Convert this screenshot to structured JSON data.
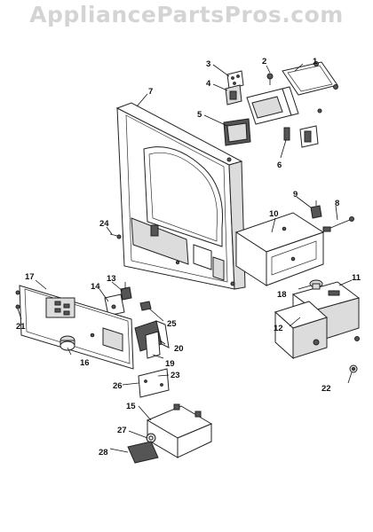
{
  "watermark": "AppliancePartsPros.com",
  "callouts": [
    "1",
    "2",
    "3",
    "4",
    "5",
    "6",
    "7",
    "8",
    "9",
    "10",
    "11",
    "12",
    "13",
    "14",
    "15",
    "16",
    "17",
    "18",
    "19",
    "20",
    "21",
    "22",
    "23",
    "24",
    "25",
    "26",
    "27",
    "28"
  ]
}
